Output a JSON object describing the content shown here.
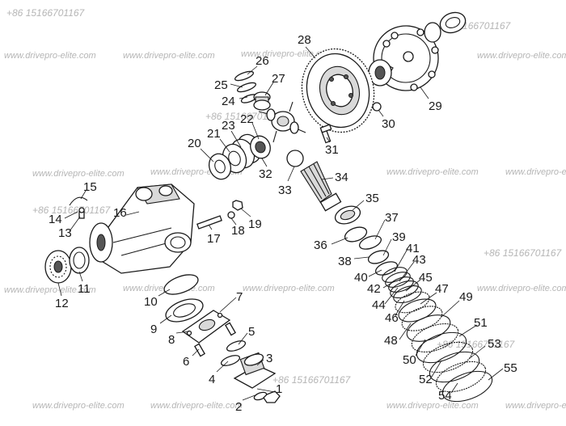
{
  "watermarks": {
    "phone": "+86 15166701167",
    "url": "www.drivepro-elite.com"
  },
  "part_numbers": [
    "1",
    "2",
    "3",
    "4",
    "5",
    "6",
    "7",
    "8",
    "9",
    "10",
    "11",
    "12",
    "13",
    "14",
    "15",
    "16",
    "17",
    "18",
    "19",
    "20",
    "21",
    "22",
    "23",
    "24",
    "25",
    "26",
    "27",
    "28",
    "29",
    "30",
    "31",
    "32",
    "33",
    "34",
    "35",
    "36",
    "37",
    "38",
    "39",
    "40",
    "41",
    "42",
    "43",
    "44",
    "45",
    "46",
    "47",
    "48",
    "49",
    "50",
    "51",
    "52",
    "53",
    "54",
    "55"
  ]
}
